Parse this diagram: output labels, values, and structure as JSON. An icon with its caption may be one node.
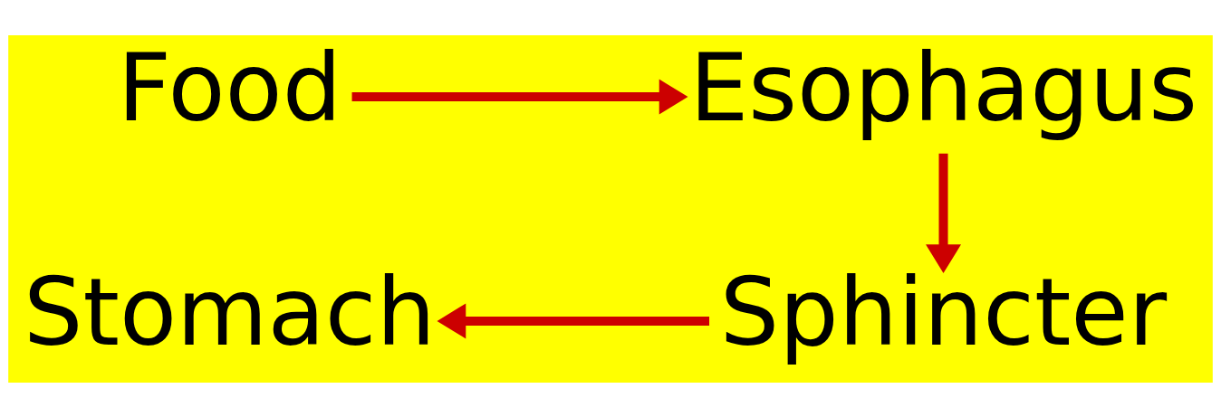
{
  "diagram": {
    "nodes": [
      {
        "text": [
          "Food"
        ]
      },
      {
        "text": [
          "Esophagus"
        ]
      },
      {
        "text": [
          "Sphincter"
        ]
      },
      {
        "text": [
          "Stomach"
        ]
      }
    ],
    "edges": [
      {
        "from": 0,
        "to": 1,
        "arrow": "to"
      },
      {
        "from": 1,
        "to": 2,
        "arrow": "to"
      },
      {
        "from": 2,
        "to": 3,
        "arrow": "to"
      }
    ]
  }
}
